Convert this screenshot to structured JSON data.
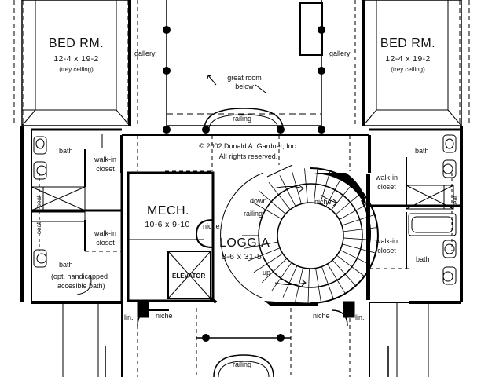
{
  "rooms": {
    "bed_left": {
      "name": "BED RM.",
      "size": "12-4 x 19-2",
      "note": "(trey ceiling)"
    },
    "bed_right": {
      "name": "BED RM.",
      "size": "12-4 x 19-2",
      "note": "(trey ceiling)"
    },
    "mech": {
      "name": "MECH.",
      "size": "10-6 x 9-10"
    },
    "loggia": {
      "name": "LOGGIA",
      "size": "8-6 x 31-5"
    },
    "elevator": {
      "name": "ELEVATOR"
    }
  },
  "labels": {
    "gallery_left": "gallery",
    "gallery_right": "gallery",
    "great_room": "great room",
    "great_room_below": "below",
    "railing_top": "railing",
    "railing_bottom": "railing",
    "railing_stair": "railing",
    "copyright": "© 2002 Donald A. Gardner, Inc.",
    "rights": "All rights reserved.",
    "bath_left_top": "bath",
    "bath_right_top": "bath",
    "bath_left_bottom": "bath",
    "bath_left_note_1": "(opt. handicapped",
    "bath_left_note_2": "accesible bath)",
    "bath_right_bottom": "bath",
    "walkin_left_top_1": "walk-in",
    "walkin_left_top_2": "closet",
    "walkin_left_bottom_1": "walk-in",
    "walkin_left_bottom_2": "closet",
    "walkin_right_top_1": "walk-in",
    "walkin_right_top_2": "closet",
    "walkin_right_bottom_1": "walk-in",
    "walkin_right_bottom_2": "closet",
    "seat_left_top": "seat",
    "seat_left_bottom": "seat",
    "seat_right_top": "seat",
    "niche_mech": "niche",
    "niche_stair": "niche",
    "niche_bottom_left": "niche",
    "niche_bottom_right": "niche",
    "lin_left": "lin.",
    "lin_right": "lin.",
    "down": "down",
    "up": "up"
  },
  "colors": {
    "wall": "#000000",
    "line": "#222222",
    "paper": "#ffffff"
  }
}
